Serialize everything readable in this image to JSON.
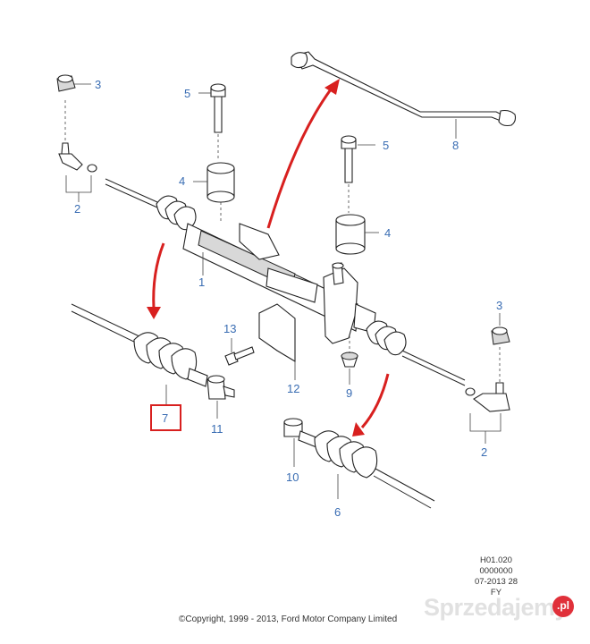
{
  "diagram": {
    "callouts": [
      {
        "id": "c1",
        "text": "1"
      },
      {
        "id": "c2a",
        "text": "2"
      },
      {
        "id": "c2b",
        "text": "2"
      },
      {
        "id": "c3a",
        "text": "3"
      },
      {
        "id": "c3b",
        "text": "3"
      },
      {
        "id": "c4a",
        "text": "4"
      },
      {
        "id": "c4b",
        "text": "4"
      },
      {
        "id": "c5a",
        "text": "5"
      },
      {
        "id": "c5b",
        "text": "5"
      },
      {
        "id": "c6",
        "text": "6"
      },
      {
        "id": "c7",
        "text": "7"
      },
      {
        "id": "c8",
        "text": "8"
      },
      {
        "id": "c9",
        "text": "9"
      },
      {
        "id": "c10",
        "text": "10"
      },
      {
        "id": "c11",
        "text": "11"
      },
      {
        "id": "c12",
        "text": "12"
      },
      {
        "id": "c13",
        "text": "13"
      }
    ],
    "highlight_color": "#d8201f",
    "callout_color": "#3a6db3"
  },
  "meta": {
    "line1": "H01.020",
    "line2": "0000000",
    "line3": "07-2013 28",
    "line4": "FY"
  },
  "copyright": "©Copyright, 1999 - 2013, Ford Motor Company Limited",
  "watermark": {
    "text": "Sprzedajemy",
    "tld": ".pl"
  }
}
